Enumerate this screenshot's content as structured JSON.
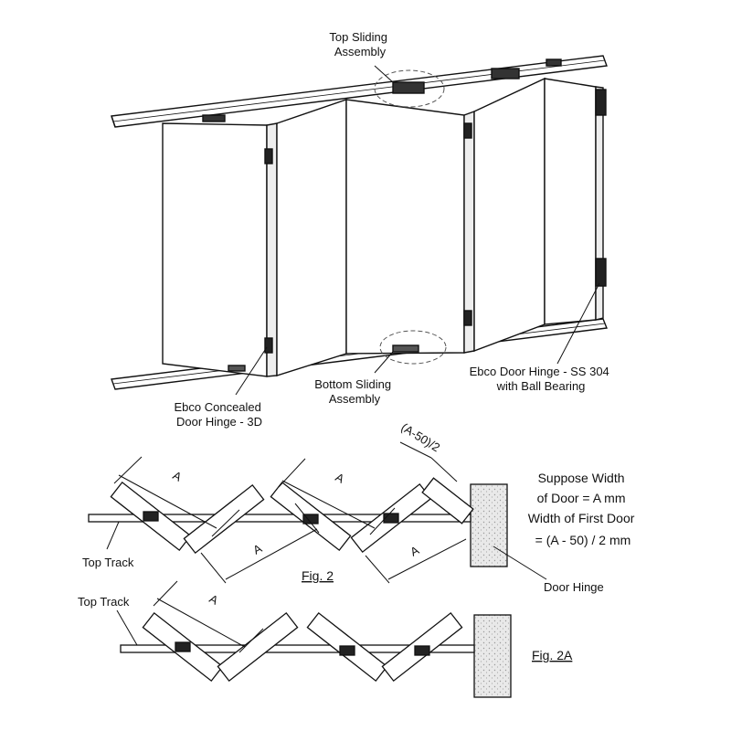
{
  "labels": {
    "top_sliding": [
      "Top Sliding",
      "Assembly"
    ],
    "bottom_sliding": [
      "Bottom Sliding",
      "Assembly"
    ],
    "concealed_hinge": [
      "Ebco Concealed",
      "Door Hinge - 3D"
    ],
    "door_hinge_ss": [
      "Ebco Door Hinge - SS 304",
      "with Ball Bearing"
    ],
    "dim_a": "A",
    "dim_first": "(A-50)/2",
    "top_track": "Top Track",
    "door_hinge": "Door Hinge",
    "fig2": "Fig. 2",
    "fig2a": "Fig. 2A"
  },
  "note": [
    "Suppose Width",
    "of Door = A mm",
    "Width of First Door",
    "= (A - 50) / 2 mm"
  ],
  "colors": {
    "line": "#111111",
    "panel": "#ffffff",
    "wall": "#e4e4e4",
    "hinge": "#222222"
  }
}
